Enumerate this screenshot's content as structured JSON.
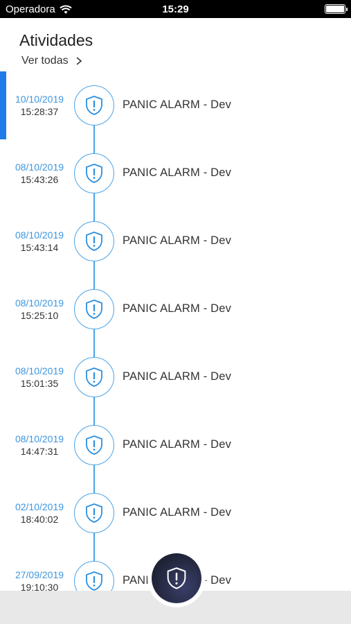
{
  "status_bar": {
    "carrier": "Operadora",
    "time": "15:29"
  },
  "header": {
    "title": "Atividades",
    "see_all_label": "Ver todas"
  },
  "activities": [
    {
      "date": "10/10/2019",
      "time": "15:28:37",
      "label": "PANIC ALARM  - Dev",
      "active": true
    },
    {
      "date": "08/10/2019",
      "time": "15:43:26",
      "label": "PANIC ALARM  - Dev",
      "active": false
    },
    {
      "date": "08/10/2019",
      "time": "15:43:14",
      "label": "PANIC ALARM  - Dev",
      "active": false
    },
    {
      "date": "08/10/2019",
      "time": "15:25:10",
      "label": "PANIC ALARM  - Dev",
      "active": false
    },
    {
      "date": "08/10/2019",
      "time": "15:01:35",
      "label": "PANIC ALARM  - Dev",
      "active": false
    },
    {
      "date": "08/10/2019",
      "time": "14:47:31",
      "label": "PANIC ALARM  - Dev",
      "active": false
    },
    {
      "date": "02/10/2019",
      "time": "18:40:02",
      "label": "PANIC ALARM  - Dev",
      "active": false
    },
    {
      "date": "27/09/2019",
      "time": "19:10:30",
      "label": "PANIC ALARM  - Dev",
      "active": false
    }
  ],
  "icons": {
    "node": "shield-alert-icon",
    "fab": "shield-alert-icon",
    "see_all": "chevron-right-icon"
  },
  "colors": {
    "accent": "#1e7be8",
    "timeline": "#4aa3e6",
    "date": "#3d95dd",
    "fab": "#1f2336"
  }
}
